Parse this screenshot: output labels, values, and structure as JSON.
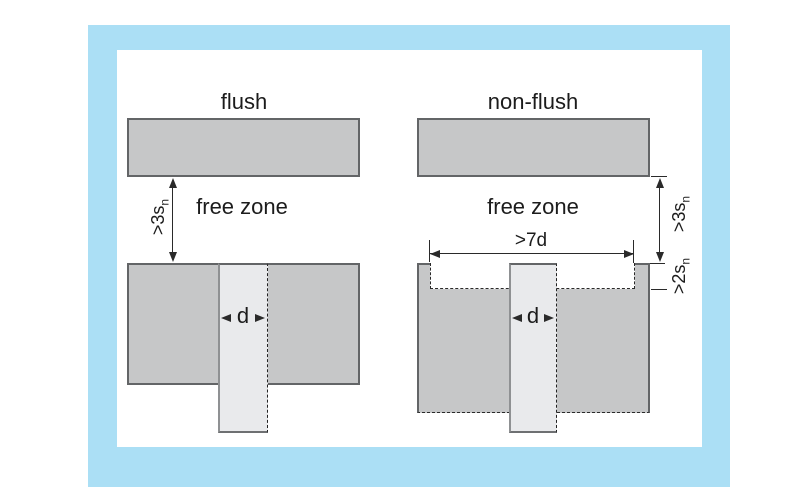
{
  "colors": {
    "frame_blue": "#abdff5",
    "block_fill": "#c6c7c8",
    "block_border": "#636567",
    "sensor_fill": "#e9eaec",
    "line_dark": "#2a2a2a",
    "text_dark": "#1c1c1c"
  },
  "left_diagram": {
    "title": "flush",
    "free_zone_label": "free zone",
    "clearance_label_main": ">3s",
    "clearance_label_sub": "n",
    "diameter_label": "d"
  },
  "right_diagram": {
    "title": "non-flush",
    "free_zone_label": "free zone",
    "clearance_label_main": ">3s",
    "clearance_label_sub": "n",
    "recess_width_label": ">7d",
    "recess_depth_label_main": ">2s",
    "recess_depth_label_sub": "n",
    "diameter_label": "d"
  }
}
